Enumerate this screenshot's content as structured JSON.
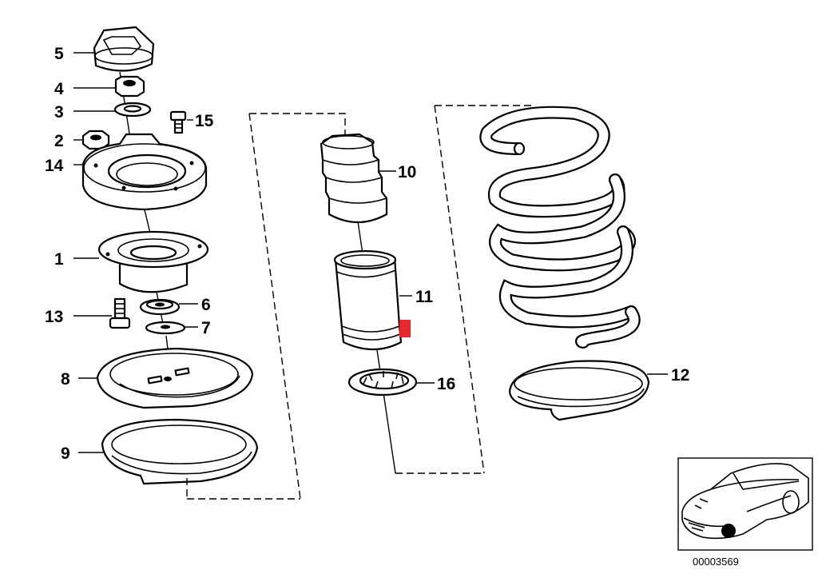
{
  "diagram": {
    "callouts": {
      "p1": "1",
      "p2": "2",
      "p3": "3",
      "p4": "4",
      "p5": "5",
      "p6": "6",
      "p7": "7",
      "p8": "8",
      "p9": "9",
      "p10": "10",
      "p11": "11",
      "p12": "12",
      "p13": "13",
      "p14": "14",
      "p15": "15",
      "p16": "16"
    },
    "highlight_color": "#e8282d",
    "thumbnail": {
      "code": "00003569"
    }
  }
}
